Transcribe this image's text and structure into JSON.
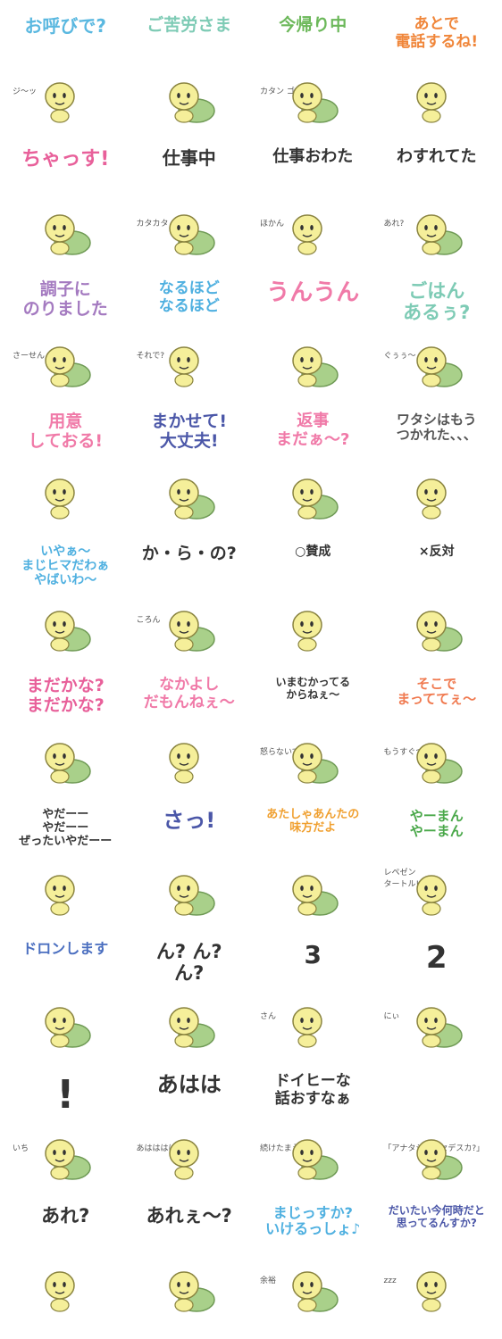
{
  "stickers": [
    {
      "caption": "お呼びで?",
      "color": "#5ab8e0",
      "size": 20,
      "sub": "ジ〜ッ"
    },
    {
      "caption": "ご苦労さま",
      "color": "#7ecbb5",
      "size": 19,
      "sub": ""
    },
    {
      "caption": "今帰り中",
      "color": "#6cb85a",
      "size": 19,
      "sub": "カタン ゴトン"
    },
    {
      "caption": "あとで\n電話するね!",
      "color": "#f0863a",
      "size": 17,
      "sub": ""
    },
    {
      "caption": "ちゃっす!",
      "color": "#e8609a",
      "size": 22,
      "sub": ""
    },
    {
      "caption": "仕事中",
      "color": "#333333",
      "size": 20,
      "sub": "カタカタ"
    },
    {
      "caption": "仕事おわた",
      "color": "#333333",
      "size": 18,
      "sub": "ほかん"
    },
    {
      "caption": "わすれてた",
      "color": "#333333",
      "size": 18,
      "sub": "あれ?"
    },
    {
      "caption": "調子に\nのりました",
      "color": "#a47ac0",
      "size": 19,
      "sub": "さーせん"
    },
    {
      "caption": "なるほど\nなるほど",
      "color": "#4fb0e0",
      "size": 17,
      "sub": "それで?"
    },
    {
      "caption": "うんうん",
      "color": "#f07aa8",
      "size": 26,
      "sub": ""
    },
    {
      "caption": "ごはん\nあるぅ?",
      "color": "#7ecbb5",
      "size": 21,
      "sub": "ぐぅぅ〜"
    },
    {
      "caption": "用意\nしておる!",
      "color": "#f07aa8",
      "size": 19,
      "sub": ""
    },
    {
      "caption": "まかせて!\n大丈夫!",
      "color": "#4b57a8",
      "size": 19,
      "sub": ""
    },
    {
      "caption": "返事\nまだぁ〜?",
      "color": "#f07aa8",
      "size": 18,
      "sub": ""
    },
    {
      "caption": "ワタシはもう\nつかれた、、、",
      "color": "#555555",
      "size": 15,
      "sub": ""
    },
    {
      "caption": "いやぁ〜\nまじヒマだわぁ\nやばいわ〜",
      "color": "#4fb0e0",
      "size": 14,
      "sub": ""
    },
    {
      "caption": "か・ら・の?",
      "color": "#333333",
      "size": 19,
      "sub": "ころん"
    },
    {
      "caption": "○賛成",
      "color": "#333333",
      "size": 14,
      "sub": ""
    },
    {
      "caption": "×反対",
      "color": "#333333",
      "size": 14,
      "sub": ""
    },
    {
      "caption": "まだかな?\nまだかな?",
      "color": "#e8609a",
      "size": 19,
      "sub": ""
    },
    {
      "caption": "なかよし\nだもんねぇ〜",
      "color": "#f07aa8",
      "size": 17,
      "sub": ""
    },
    {
      "caption": "いまむかってる\nからねぇ〜",
      "color": "#333333",
      "size": 12,
      "sub": "怒らないでねぇ"
    },
    {
      "caption": "そこで\nまっててぇ〜",
      "color": "#f07a50",
      "size": 15,
      "sub": "もうすぐつく!"
    },
    {
      "caption": "やだーー\nやだーー\nぜったいやだーー",
      "color": "#333333",
      "size": 13,
      "sub": ""
    },
    {
      "caption": "さっ!",
      "color": "#4b57a8",
      "size": 24,
      "sub": ""
    },
    {
      "caption": "あたしゃあんたの\n味方だよ",
      "color": "#f0a030",
      "size": 13,
      "sub": ""
    },
    {
      "caption": "やーまん\nやーまん",
      "color": "#4aa84a",
      "size": 15,
      "sub": "レペゼン\nタートル!!"
    },
    {
      "caption": "ドロンします",
      "color": "#4b6fc0",
      "size": 16,
      "sub": ""
    },
    {
      "caption": "ん? ん?\nん?",
      "color": "#333333",
      "size": 21,
      "sub": ""
    },
    {
      "caption": "3",
      "color": "#333333",
      "size": 28,
      "sub": "さん"
    },
    {
      "caption": "2",
      "color": "#333333",
      "size": 34,
      "sub": "にぃ"
    },
    {
      "caption": "!",
      "color": "#333333",
      "size": 44,
      "sub": "いち"
    },
    {
      "caption": "あはは",
      "color": "#333333",
      "size": 24,
      "sub": "あはははは"
    },
    {
      "caption": "ドイヒーな\n話おすなぁ",
      "color": "#333333",
      "size": 17,
      "sub": "続けたまえ"
    },
    {
      "caption": "",
      "color": "#333333",
      "size": 10,
      "sub": "「アナタシアワセデスカ?」"
    },
    {
      "caption": "あれ?",
      "color": "#333333",
      "size": 21,
      "sub": ""
    },
    {
      "caption": "あれぇ〜?",
      "color": "#333333",
      "size": 21,
      "sub": ""
    },
    {
      "caption": "まじっすか?\nいけるっしょ♪",
      "color": "#4fb0e0",
      "size": 16,
      "sub": "余裕"
    },
    {
      "caption": "だいたい今何時だと\n思ってるんすか?",
      "color": "#4b57a8",
      "size": 12,
      "sub": "zzz"
    }
  ],
  "colors": {
    "body": "#f5ef9a",
    "body_stroke": "#8a8440",
    "shell": "#a9d08a",
    "shell_stroke": "#6f9a55"
  }
}
